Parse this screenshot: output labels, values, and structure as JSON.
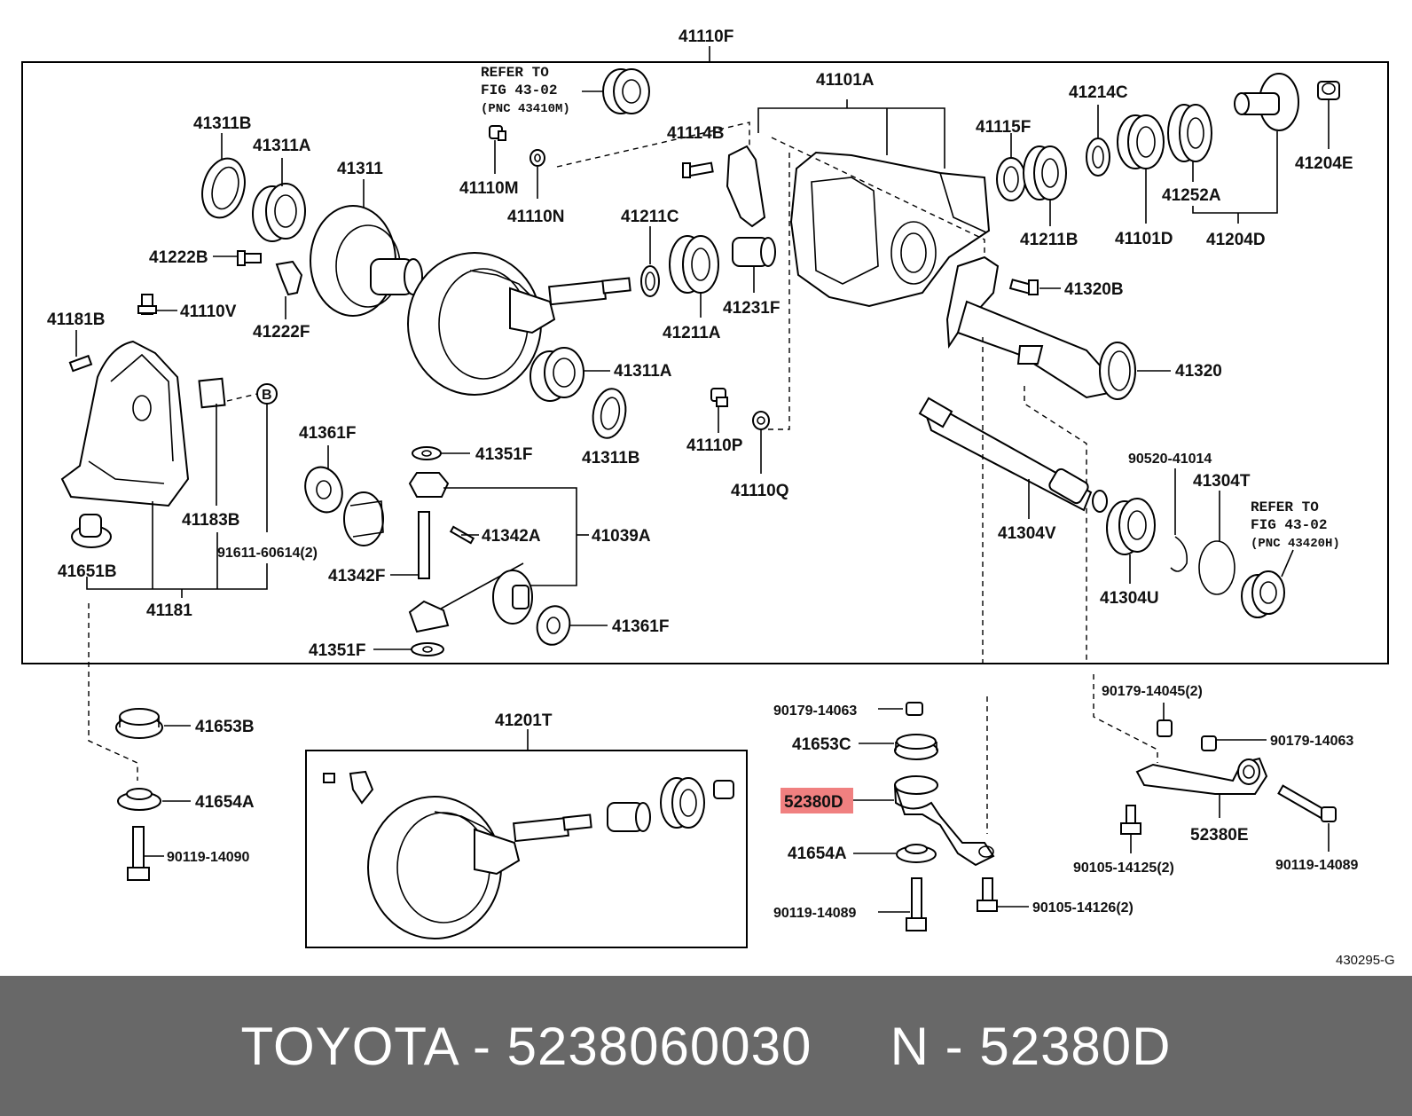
{
  "diagram": {
    "title_part": "41110F",
    "code": "430295-G",
    "highlight_color": "#f08080",
    "labels": {
      "p41101A": "41101A",
      "p41311B_a": "41311B",
      "p41311A_a": "41311A",
      "p41311": "41311",
      "p41222B": "41222B",
      "p41222F": "41222F",
      "p41110V": "41110V",
      "p41181B": "41181B",
      "p41183B": "41183B",
      "p41651B": "41651B",
      "p41181": "41181",
      "p41110M": "41110M",
      "p41110N": "41110N",
      "p41114B": "41114B",
      "p41211C": "41211C",
      "p41211A": "41211A",
      "p41231F": "41231F",
      "p41311A_b": "41311A",
      "p41311B_b": "41311B",
      "p41110P": "41110P",
      "p41110Q": "41110Q",
      "p41115F": "41115F",
      "p41211B": "41211B",
      "p41214C": "41214C",
      "p41101D": "41101D",
      "p41252A": "41252A",
      "p41204D": "41204D",
      "p41204E": "41204E",
      "p41320B": "41320B",
      "p41320": "41320",
      "p41304V": "41304V",
      "p41304U": "41304U",
      "p41304T": "41304T",
      "p90520": "90520-41014",
      "p41361F_a": "41361F",
      "p41351F_a": "41351F",
      "p41342A": "41342A",
      "p41039A": "41039A",
      "p41342F": "41342F",
      "p41361F_b": "41361F",
      "p41351F_b": "41351F",
      "p91611": "91611-60614(2)",
      "p41653B": "41653B",
      "p41654A_a": "41654A",
      "p90119_14090": "90119-14090",
      "p41201T": "41201T",
      "p90179_14063_a": "90179-14063",
      "p41653C": "41653C",
      "p52380D": "52380D",
      "p41654A_b": "41654A",
      "p90119_14089_a": "90119-14089",
      "p90105_14126": "90105-14126(2)",
      "p90179_14045": "90179-14045(2)",
      "p90179_14063_b": "90179-14063",
      "p52380E": "52380E",
      "p90105_14125": "90105-14125(2)",
      "p90119_14089_b": "90119-14089",
      "callout_b": "B"
    },
    "refer1": [
      "REFER TO",
      "FIG 43-02",
      "(PNC 43410M)"
    ],
    "refer2": [
      "REFER TO",
      "FIG 43-02",
      "(PNC 43420H)"
    ]
  },
  "footer": {
    "text": "TOYOTA - 5238060030     N - 52380D"
  }
}
